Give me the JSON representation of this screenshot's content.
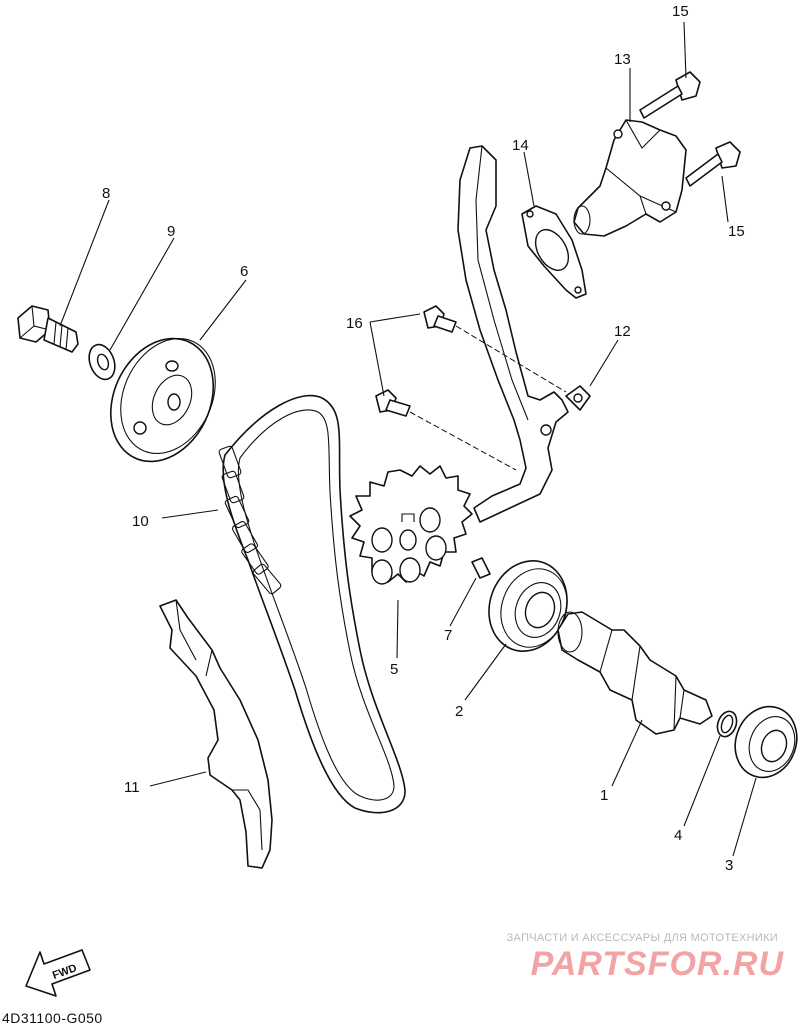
{
  "callouts": [
    "1",
    "2",
    "3",
    "4",
    "5",
    "6",
    "7",
    "8",
    "9",
    "10",
    "11",
    "12",
    "13",
    "14",
    "15",
    "15",
    "16"
  ],
  "fwd_label": "FWD",
  "drawing_code": "4D31100-G050",
  "watermark": {
    "tagline": "ЗАПЧАСТИ И АКСЕССУАРЫ ДЛЯ МОТОТЕХНИКИ",
    "brand": "PARTSFOR.RU"
  },
  "colors": {
    "ink": "#111111",
    "watermark_text": "#b9b9b9",
    "watermark_brand": "#f3a3a3"
  }
}
